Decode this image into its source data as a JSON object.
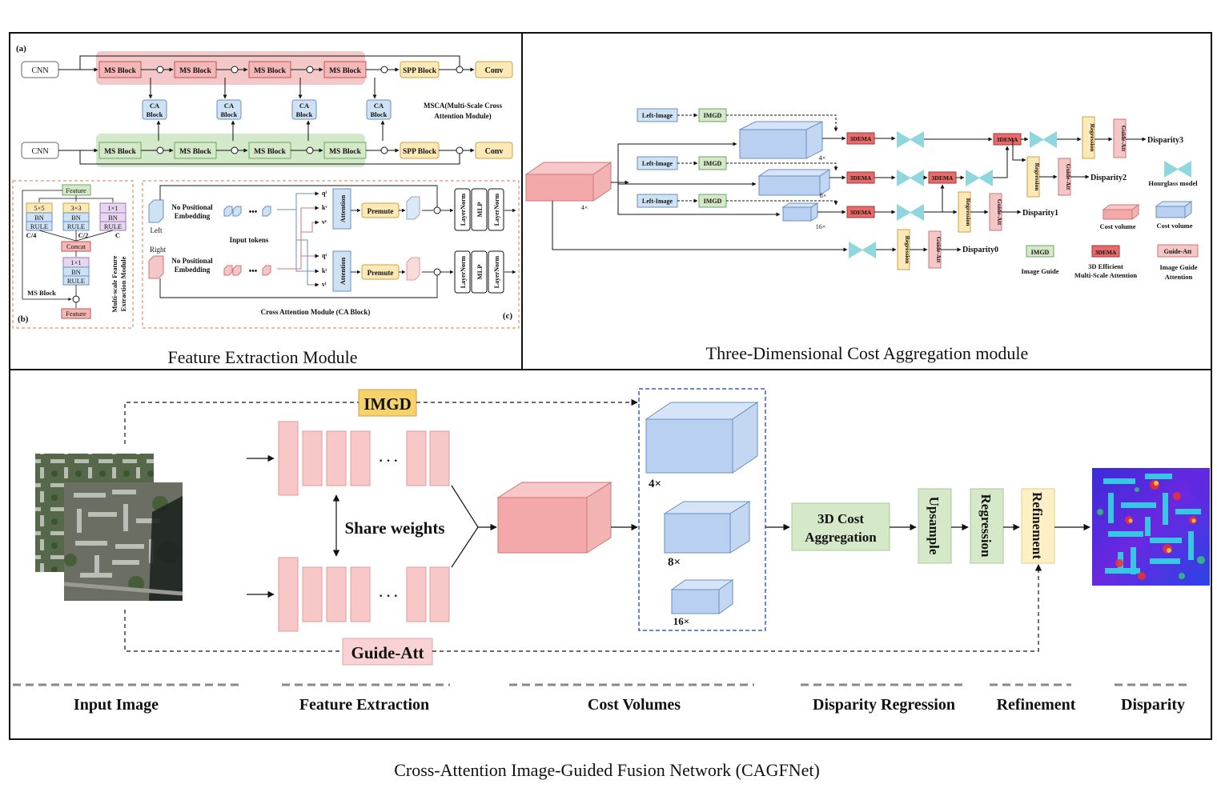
{
  "panels": {
    "feature_extraction": {
      "title": "Feature Extraction Module",
      "label_a": "(a)",
      "label_b": "(b)",
      "label_c": "(c)",
      "cnn": "CNN",
      "ms_block": "MS Block",
      "ca_block_line1": "CA",
      "ca_block_line2": "Block",
      "spp_block": "SPP Block",
      "conv": "Conv",
      "msca_line1": "MSCA(Multi-Scale Cross",
      "msca_line2": "Attention Module)",
      "sub_b": {
        "feature": "Feature",
        "k5": "5×5",
        "k3": "3×3",
        "k1": "1×1",
        "bn": "BN",
        "rule": "RULE",
        "c4": "C/4",
        "c2": "C/2",
        "c": "C",
        "concat": "Concat",
        "ms_block": "MS Block",
        "side_line1": "Multi-scale Feature",
        "side_line2": "Extraction Module"
      },
      "sub_c": {
        "left": "Left",
        "right": "Right",
        "npe_line1": "No Positional",
        "npe_line2": "Embedding",
        "input_tokens": "Input tokens",
        "attention": "Attention",
        "premute": "Premute",
        "layernorm": "LayerNorm",
        "mlp": "MLP",
        "caption": "Cross Attention Module (CA Block)",
        "ql": "qˡ",
        "kr": "kʳ",
        "vr": "vʳ",
        "qr": "qʳ",
        "kl": "kˡ",
        "vl": "vˡ"
      }
    },
    "cost_aggregation": {
      "title": "Three-Dimensional Cost Aggregation module",
      "left_image": "Left-Image",
      "imgd": "IMGD",
      "dema": "3DEMA",
      "regression": "Regression",
      "guide_att": "Guide-Att",
      "disparity3": "Disparity3",
      "disparity2": "Disparity2",
      "disparity1": "Disparity1",
      "disparity0": "Disparity0",
      "s4": "4×",
      "s8": "8×",
      "s16": "16×",
      "legend": {
        "hourglass": "Hourglass model",
        "cost_volume_red": "Cost volume",
        "cost_volume_blue": "Cost volume",
        "imgd_line1": "Image Guide",
        "dema_line1": "3D Efficient",
        "dema_line2": "Multi-Scale Attention",
        "ga_line1": "Image Guide",
        "ga_line2": "Attention"
      }
    },
    "network": {
      "imgd": "IMGD",
      "guide_att": "Guide-Att",
      "share_weights": "Share weights",
      "dots": "· · ·",
      "s4": "4×",
      "s8": "8×",
      "s16": "16×",
      "cost_agg_line1": "3D Cost",
      "cost_agg_line2": "Aggregation",
      "upsample": "Upsample",
      "regression": "Regression",
      "refinement": "Refinement",
      "stages": [
        "Input Image",
        "Feature Extraction",
        "Cost Volumes",
        "Disparity Regression",
        "Refinement",
        "Disparity"
      ]
    }
  },
  "caption": "Cross-Attention Image-Guided Fusion Network (CAGFNet)",
  "colors": {
    "red_fill": "#f4b6b6",
    "red_band": "#f2c2c2",
    "green_band": "#cfe6c4",
    "blue_box": "#cfe2f3",
    "yellow_box": "#fde9b6",
    "green_box": "#d5e8c8",
    "cyan_hourglass": "#8fd6df",
    "volume_blue": "#b9d0f0",
    "volume_red": "#f3a9a9",
    "imgd_fill": "#f6d36a"
  }
}
